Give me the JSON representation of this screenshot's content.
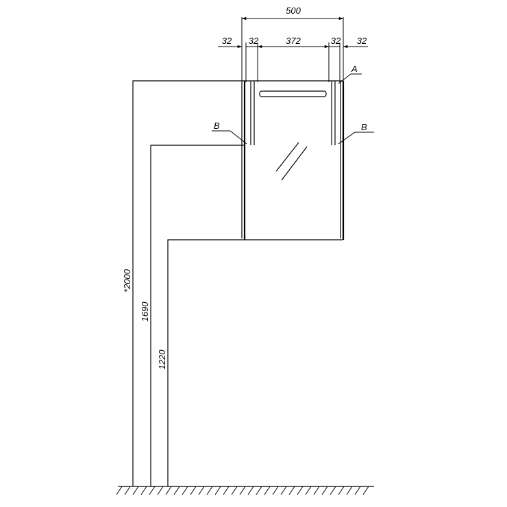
{
  "dimensions": {
    "top_total": "500",
    "left_outer": "32",
    "left_inner": "32",
    "center_width": "372",
    "right_inner": "32",
    "right_outer": "32",
    "height_total": "*2000",
    "height_top": "1690",
    "height_bottom": "1220"
  },
  "callouts": {
    "a": "A",
    "b_left": "B",
    "b_right": "B"
  }
}
